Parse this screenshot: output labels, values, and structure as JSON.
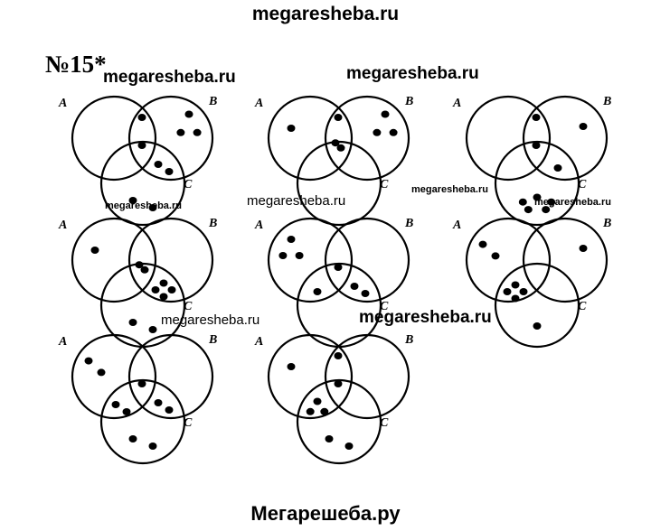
{
  "header": {
    "site": "megaresheba.ru"
  },
  "problem": {
    "number": "№15*"
  },
  "watermarks": [
    "megaresheba.ru",
    "megaresheba.ru",
    "megaresheba.ru",
    "megaresheba.ru",
    "megaresheba.ru",
    "megaresheba.ru",
    "megaresheba.ru",
    "megaresheba.ru"
  ],
  "set_labels": {
    "a": "A",
    "b": "B",
    "c": "C"
  },
  "diagrams": [
    {
      "dots": {
        "A_only": 0,
        "B_only": 3,
        "C_only": 2,
        "A_B_only": 1,
        "A_C_only": 0,
        "B_C_only": 2,
        "A_B_C": 1
      }
    },
    {
      "dots": {
        "A_only": 1,
        "B_only": 3,
        "C_only": 0,
        "A_B_only": 1,
        "A_C_only": 0,
        "B_C_only": 0,
        "A_B_C": 2
      }
    },
    {
      "dots": {
        "A_only": 0,
        "B_only": 1,
        "C_only": 5,
        "A_B_only": 1,
        "A_C_only": 0,
        "B_C_only": 1,
        "A_B_C": 1
      }
    },
    {
      "dots": {
        "A_only": 1,
        "B_only": 0,
        "C_only": 2,
        "A_B_only": 0,
        "A_C_only": 0,
        "B_C_only": 4,
        "A_B_C": 2
      }
    },
    {
      "dots": {
        "A_only": 3,
        "B_only": 0,
        "C_only": 0,
        "A_B_only": 0,
        "A_C_only": 1,
        "B_C_only": 2,
        "A_B_C": 1
      }
    },
    {
      "dots": {
        "A_only": 2,
        "B_only": 1,
        "C_only": 1,
        "A_B_only": 0,
        "A_C_only": 4,
        "B_C_only": 0,
        "A_B_C": 0
      }
    },
    {
      "dots": {
        "A_only": 2,
        "B_only": 0,
        "C_only": 2,
        "A_B_only": 0,
        "A_C_only": 2,
        "B_C_only": 2,
        "A_B_C": 1
      }
    },
    {
      "dots": {
        "A_only": 1,
        "B_only": 0,
        "C_only": 2,
        "A_B_only": 1,
        "A_C_only": 3,
        "B_C_only": 0,
        "A_B_C": 1
      }
    }
  ],
  "footer": {
    "site": "Мегарешеба.ру"
  }
}
